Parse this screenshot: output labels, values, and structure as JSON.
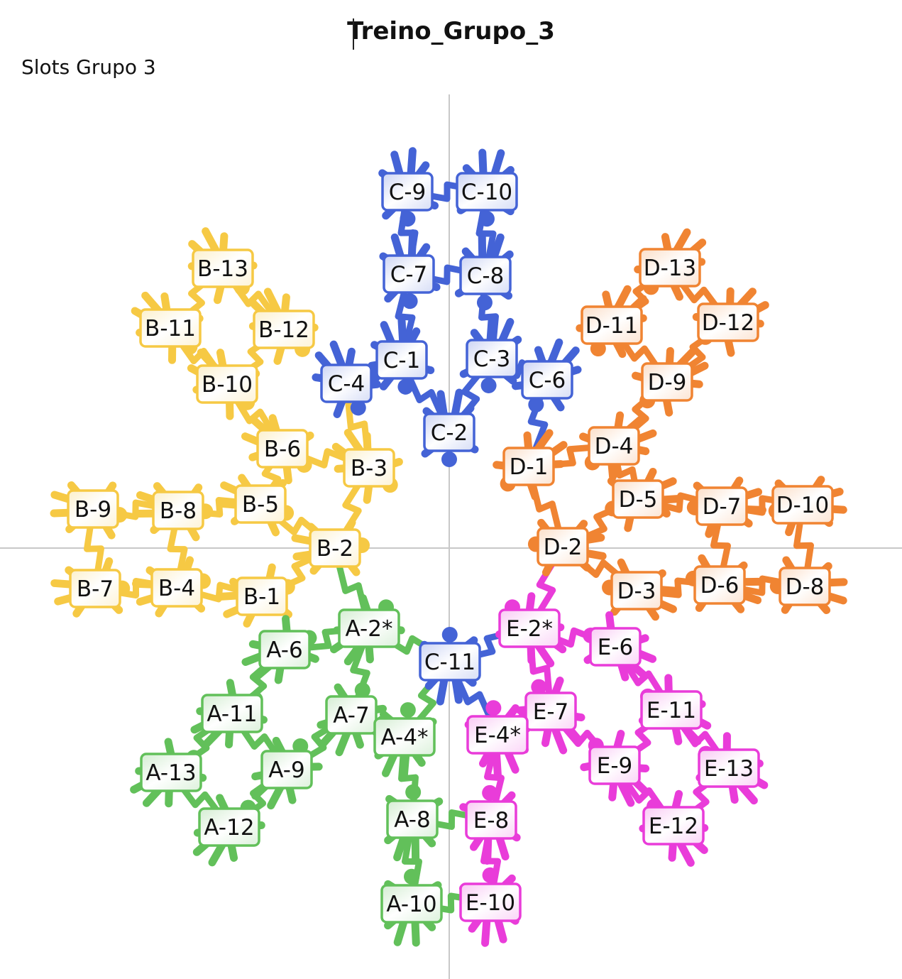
{
  "document": {
    "title": "Treino_Grupo_3",
    "subtitle": "Slots Grupo 3"
  },
  "groups": {
    "A": "#62c05a",
    "B": "#f6c944",
    "C": "#4463d6",
    "D": "#f08432",
    "E": "#e93cd9"
  },
  "slots": [
    {
      "label": "C-9",
      "group": "C"
    },
    {
      "label": "C-10",
      "group": "C"
    },
    {
      "label": "C-7",
      "group": "C"
    },
    {
      "label": "C-8",
      "group": "C"
    },
    {
      "label": "C-1",
      "group": "C"
    },
    {
      "label": "C-3",
      "group": "C"
    },
    {
      "label": "C-4",
      "group": "C"
    },
    {
      "label": "C-6",
      "group": "C"
    },
    {
      "label": "C-2",
      "group": "C"
    },
    {
      "label": "C-11",
      "group": "C"
    },
    {
      "label": "B-13",
      "group": "B"
    },
    {
      "label": "B-11",
      "group": "B"
    },
    {
      "label": "B-12",
      "group": "B"
    },
    {
      "label": "B-10",
      "group": "B"
    },
    {
      "label": "B-6",
      "group": "B"
    },
    {
      "label": "B-3",
      "group": "B"
    },
    {
      "label": "B-5",
      "group": "B"
    },
    {
      "label": "B-9",
      "group": "B"
    },
    {
      "label": "B-8",
      "group": "B"
    },
    {
      "label": "B-2",
      "group": "B"
    },
    {
      "label": "B-7",
      "group": "B"
    },
    {
      "label": "B-4",
      "group": "B"
    },
    {
      "label": "B-1",
      "group": "B"
    },
    {
      "label": "D-13",
      "group": "D"
    },
    {
      "label": "D-11",
      "group": "D"
    },
    {
      "label": "D-12",
      "group": "D"
    },
    {
      "label": "D-9",
      "group": "D"
    },
    {
      "label": "D-4",
      "group": "D"
    },
    {
      "label": "D-1",
      "group": "D"
    },
    {
      "label": "D-5",
      "group": "D"
    },
    {
      "label": "D-7",
      "group": "D"
    },
    {
      "label": "D-10",
      "group": "D"
    },
    {
      "label": "D-2",
      "group": "D"
    },
    {
      "label": "D-3",
      "group": "D"
    },
    {
      "label": "D-6",
      "group": "D"
    },
    {
      "label": "D-8",
      "group": "D"
    },
    {
      "label": "A-2*",
      "group": "A"
    },
    {
      "label": "A-6",
      "group": "A"
    },
    {
      "label": "A-11",
      "group": "A"
    },
    {
      "label": "A-7",
      "group": "A"
    },
    {
      "label": "A-4*",
      "group": "A"
    },
    {
      "label": "A-13",
      "group": "A"
    },
    {
      "label": "A-9",
      "group": "A"
    },
    {
      "label": "A-12",
      "group": "A"
    },
    {
      "label": "A-8",
      "group": "A"
    },
    {
      "label": "A-10",
      "group": "A"
    },
    {
      "label": "E-2*",
      "group": "E"
    },
    {
      "label": "E-6",
      "group": "E"
    },
    {
      "label": "E-7",
      "group": "E"
    },
    {
      "label": "E-11",
      "group": "E"
    },
    {
      "label": "E-4*",
      "group": "E"
    },
    {
      "label": "E-9",
      "group": "E"
    },
    {
      "label": "E-13",
      "group": "E"
    },
    {
      "label": "E-8",
      "group": "E"
    },
    {
      "label": "E-12",
      "group": "E"
    },
    {
      "label": "E-10",
      "group": "E"
    }
  ]
}
